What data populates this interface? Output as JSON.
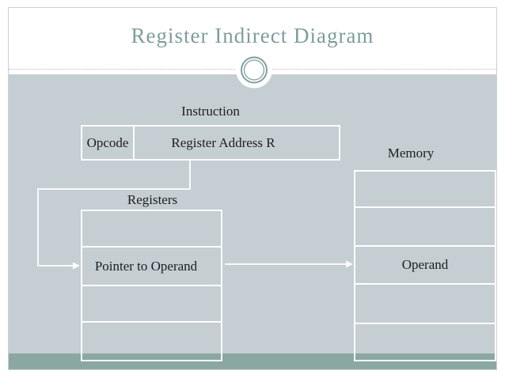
{
  "slide": {
    "title": "Register Indirect Diagram",
    "colors": {
      "title_text": "#7e9d9d",
      "body_background": "#c5ced3",
      "footer_band": "#8ba7a2",
      "diagram_text": "#1e1e1e",
      "box_border": "#ffffff",
      "ornament_ring": "#7f9fa0"
    }
  },
  "diagram": {
    "instruction": {
      "title": "Instruction",
      "opcode_cell": "Opcode",
      "register_address_cell": "Register Address R"
    },
    "registers": {
      "title": "Registers",
      "rows": [
        "",
        "Pointer to Operand",
        "",
        ""
      ]
    },
    "memory": {
      "title": "Memory",
      "rows": [
        "",
        "",
        "Operand",
        "",
        ""
      ]
    }
  }
}
